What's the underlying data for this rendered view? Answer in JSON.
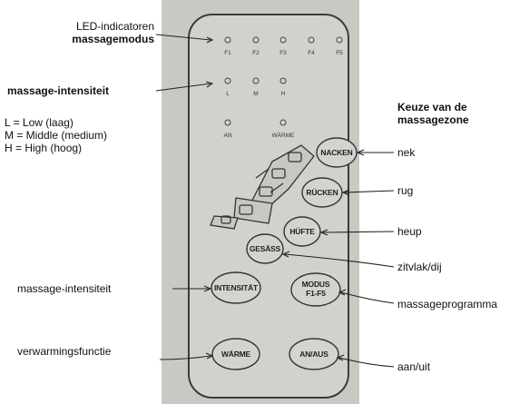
{
  "labels_left": {
    "led_title_line1": "LED-indicatoren",
    "led_title_line2": "massagemodus",
    "intensity_title": "massage-intensiteit",
    "legend_low": "L = Low (laag)",
    "legend_middle": "M = Middle (medium)",
    "legend_high": "H = High (hoog)",
    "intensity_button": "massage-intensiteit",
    "heating": "verwarmingsfunctie"
  },
  "labels_right": {
    "zone_title_line1": "Keuze van de",
    "zone_title_line2": "massagezone",
    "neck": "nek",
    "back": "rug",
    "hip": "heup",
    "seat": "zitvlak/dij",
    "program": "massageprogramma",
    "power": "aan/uit"
  },
  "remote": {
    "mode_leds": [
      "F1",
      "F2",
      "F3",
      "F4",
      "F5"
    ],
    "intensity_leds": [
      "L",
      "M",
      "H"
    ],
    "status_leds": [
      "AN",
      "WÄRME"
    ],
    "buttons": {
      "nacken": "NACKEN",
      "ruecken": "RÜCKEN",
      "huefte": "HÜFTE",
      "gesaess": "GESÄSS",
      "intensitaet": "INTENSITÄT",
      "modus_line1": "MODUS",
      "modus_line2": "F1-F5",
      "waerme": "WÄRME",
      "an_aus": "AN/AUS"
    }
  },
  "colors": {
    "remote_body": "#cfcfca",
    "remote_outline": "#3a3a3a",
    "photo_background": "#c9c9c4",
    "button_fill": "#d4d4cf"
  },
  "icons": [
    "massage-chair-icon"
  ]
}
